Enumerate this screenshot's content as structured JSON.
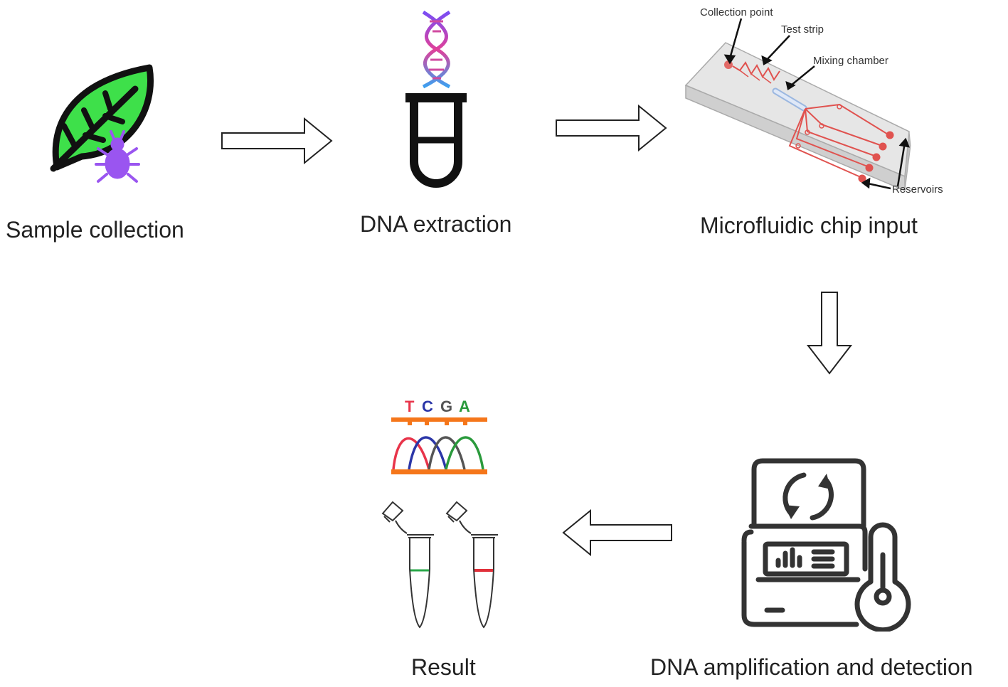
{
  "steps": {
    "sample": {
      "label": "Sample collection"
    },
    "extraction": {
      "label": "DNA extraction"
    },
    "chip": {
      "label": "Microfluidic chip input",
      "callouts": {
        "collection_point": "Collection point",
        "test_strip": "Test strip",
        "mixing_chamber": "Mixing chamber",
        "reservoirs": "Reservoirs"
      }
    },
    "amplification": {
      "label": "DNA amplification and detection"
    },
    "result": {
      "label": "Result",
      "sequence": [
        "T",
        "C",
        "G",
        "A"
      ]
    }
  },
  "colors": {
    "leaf": "#3ee04a",
    "bug": "#9a55f0",
    "outline": "#111111",
    "chip_channel": "#e0524f",
    "seq_T": "#e8344a",
    "seq_C": "#2b36a8",
    "seq_G": "#555555",
    "seq_A": "#2a9a3c",
    "seq_bar": "#f5761a",
    "band_green": "#2aa84a",
    "band_red": "#e0303a"
  }
}
